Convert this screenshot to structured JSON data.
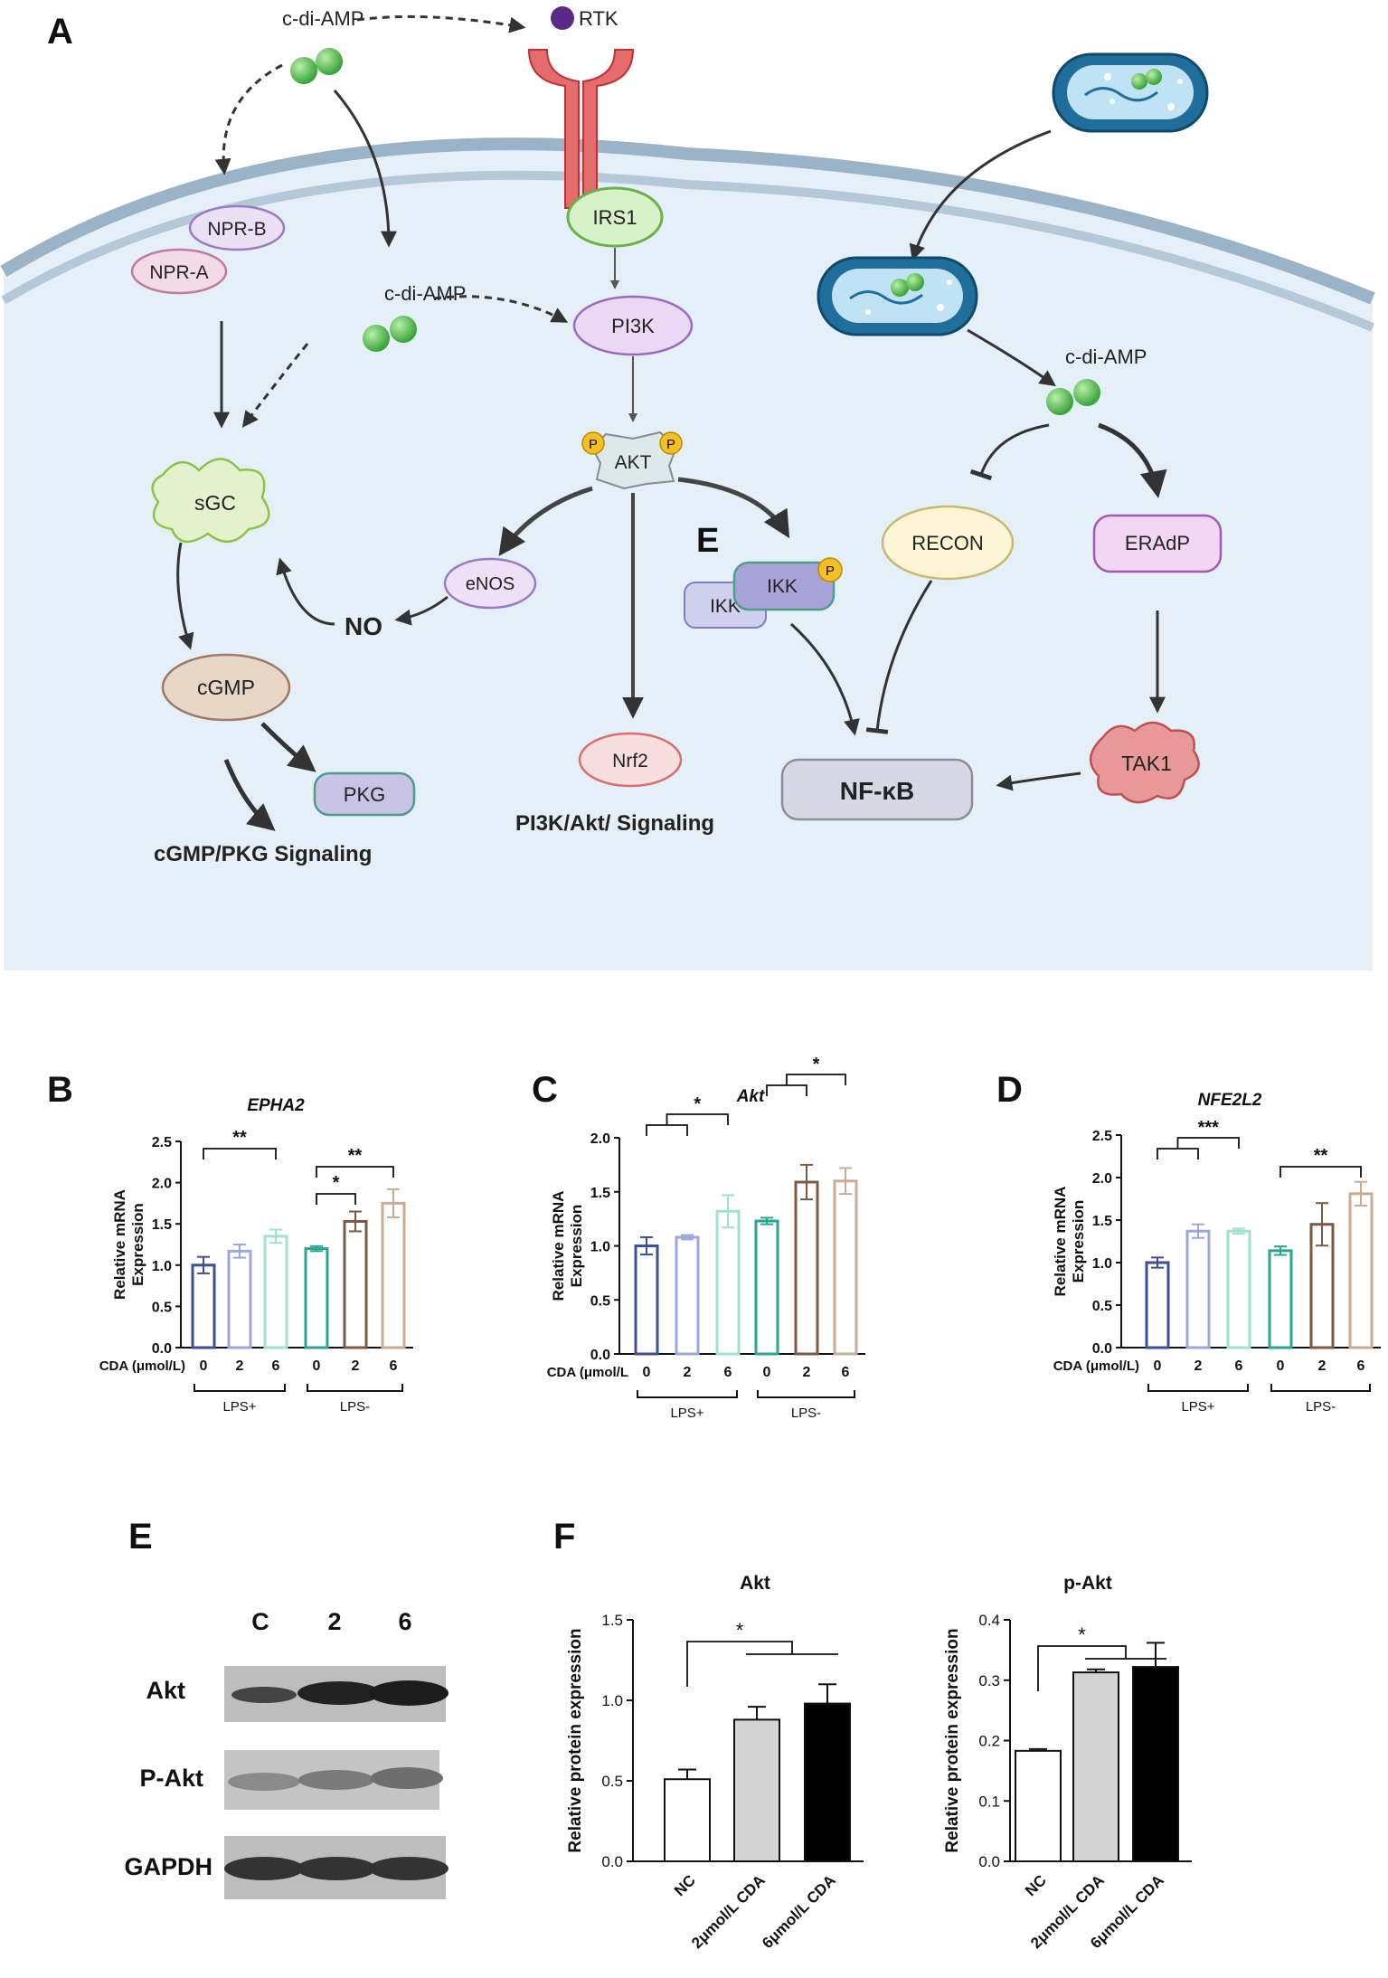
{
  "panelA": {
    "letter": "A",
    "labels": {
      "cdiamp_top": "c-di-AMP",
      "rtk": "RTK",
      "irs1": "IRS1",
      "nprb": "NPR-B",
      "npra": "NPR-A",
      "cdiamp_mid": "c-di-AMP",
      "pi3k": "PI3K",
      "cdiamp_right": "c-di-AMP",
      "akt": "AKT",
      "p": "P",
      "sgc": "sGC",
      "enos": "eNOS",
      "no": "NO",
      "cgmp": "cGMP",
      "pkg": "PKG",
      "nrf2": "Nrf2",
      "ikk1": "IKK",
      "ikk2": "IKK",
      "e_label": "E",
      "recon": "RECON",
      "eradp": "ERAdP",
      "tak1": "TAK1",
      "nfkb": "NF-κB",
      "cgmp_sig": "cGMP/PKG Signaling",
      "pi3k_sig": "PI3K/Akt/ Signaling"
    }
  },
  "qpcr": {
    "ylabel1": "Relative mRNA",
    "ylabel2": "Expression",
    "lps_plus": "LPS+",
    "lps_minus": "LPS-",
    "panels": [
      {
        "letter": "B",
        "title": "EPHA2",
        "cda_label": "CDA (μmol/L)",
        "yticks": [
          "0.0",
          "0.5",
          "1.0",
          "1.5",
          "2.0",
          "2.5"
        ],
        "ymax": 2.5,
        "x_labels": [
          "0",
          "2",
          "6",
          "0",
          "2",
          "6"
        ],
        "values": [
          1.0,
          1.17,
          1.35,
          1.2,
          1.53,
          1.75
        ],
        "errors": [
          0.1,
          0.08,
          0.08,
          0.03,
          0.12,
          0.17
        ],
        "sig": [
          {
            "label": "**"
          },
          {
            "label": "*"
          },
          {
            "label": "**"
          }
        ]
      },
      {
        "letter": "C",
        "title": "Akt",
        "cda_label": "CDA (μmol/L",
        "yticks": [
          "0.0",
          "0.5",
          "1.0",
          "1.5",
          "2.0"
        ],
        "ymax": 2.0,
        "x_labels": [
          "0",
          "2",
          "6",
          "0",
          "2",
          "6"
        ],
        "values": [
          1.0,
          1.08,
          1.32,
          1.23,
          1.59,
          1.6
        ],
        "errors": [
          0.08,
          0.02,
          0.15,
          0.03,
          0.16,
          0.12
        ],
        "sig": [
          {
            "label": "*"
          },
          {
            "label": "*"
          }
        ]
      },
      {
        "letter": "D",
        "title": "NFE2L2",
        "cda_label": "CDA (μmol/L)",
        "yticks": [
          "0.0",
          "0.5",
          "1.0",
          "1.5",
          "2.0",
          "2.5"
        ],
        "ymax": 2.5,
        "x_labels": [
          "0",
          "2",
          "6",
          "0",
          "2",
          "6"
        ],
        "values": [
          1.0,
          1.37,
          1.37,
          1.14,
          1.45,
          1.81
        ],
        "errors": [
          0.06,
          0.08,
          0.03,
          0.05,
          0.25,
          0.14
        ],
        "sig": [
          {
            "label": "***"
          },
          {
            "label": "**"
          }
        ]
      }
    ],
    "colors": [
      "#3e4f9a",
      "#9ea8d8",
      "#9fe3cf",
      "#2aa58e",
      "#7a5a45",
      "#c8ad94"
    ]
  },
  "westernE": {
    "letter": "E",
    "lanes": [
      "C",
      "2",
      "6"
    ],
    "rows": [
      "Akt",
      "P-Akt",
      "GAPDH"
    ]
  },
  "panelF": {
    "letter": "F",
    "ylabel": "Relative protein expression",
    "categories": [
      "NC",
      "2μmol/L CDA",
      "6μmol/L CDA"
    ],
    "charts": [
      {
        "title": "Akt",
        "yticks": [
          "0.0",
          "0.5",
          "1.0",
          "1.5"
        ],
        "ymax": 1.5,
        "values": [
          0.51,
          0.88,
          0.98
        ],
        "errors": [
          0.06,
          0.08,
          0.12
        ],
        "sig": "*"
      },
      {
        "title": "p-Akt",
        "yticks": [
          "0.0",
          "0.1",
          "0.2",
          "0.3",
          "0.4"
        ],
        "ymax": 0.4,
        "values": [
          0.183,
          0.313,
          0.322
        ],
        "errors": [
          0.003,
          0.005,
          0.04
        ],
        "sig": "*"
      }
    ],
    "fills": [
      "#ffffff",
      "#d3d3d3",
      "#000000"
    ]
  },
  "chart_data": [
    {
      "type": "bar",
      "title": "EPHA2",
      "categories": [
        "0",
        "2",
        "6",
        "0",
        "2",
        "6"
      ],
      "groups": [
        "LPS+",
        "LPS+",
        "LPS+",
        "LPS-",
        "LPS-",
        "LPS-"
      ],
      "values": [
        1.0,
        1.17,
        1.35,
        1.2,
        1.53,
        1.75
      ],
      "ylabel": "Relative mRNA Expression",
      "xlabel": "CDA (μmol/L)",
      "ylim": [
        0,
        2.5
      ]
    },
    {
      "type": "bar",
      "title": "Akt",
      "categories": [
        "0",
        "2",
        "6",
        "0",
        "2",
        "6"
      ],
      "groups": [
        "LPS+",
        "LPS+",
        "LPS+",
        "LPS-",
        "LPS-",
        "LPS-"
      ],
      "values": [
        1.0,
        1.08,
        1.32,
        1.23,
        1.59,
        1.6
      ],
      "ylabel": "Relative mRNA Expression",
      "xlabel": "CDA (μmol/L",
      "ylim": [
        0,
        2.0
      ]
    },
    {
      "type": "bar",
      "title": "NFE2L2",
      "categories": [
        "0",
        "2",
        "6",
        "0",
        "2",
        "6"
      ],
      "groups": [
        "LPS+",
        "LPS+",
        "LPS+",
        "LPS-",
        "LPS-",
        "LPS-"
      ],
      "values": [
        1.0,
        1.37,
        1.37,
        1.14,
        1.45,
        1.81
      ],
      "ylabel": "Relative mRNA Expression",
      "xlabel": "CDA (μmol/L)",
      "ylim": [
        0,
        2.5
      ]
    },
    {
      "type": "bar",
      "title": "Akt",
      "categories": [
        "NC",
        "2μmol/L CDA",
        "6μmol/L CDA"
      ],
      "values": [
        0.51,
        0.88,
        0.98
      ],
      "ylabel": "Relative protein expression",
      "ylim": [
        0,
        1.5
      ]
    },
    {
      "type": "bar",
      "title": "p-Akt",
      "categories": [
        "NC",
        "2μmol/L CDA",
        "6μmol/L CDA"
      ],
      "values": [
        0.183,
        0.313,
        0.322
      ],
      "ylabel": "Relative protein expression",
      "ylim": [
        0,
        0.4
      ]
    }
  ]
}
